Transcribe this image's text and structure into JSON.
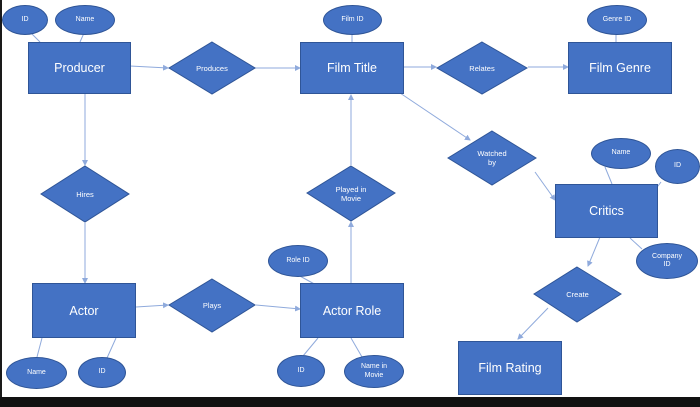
{
  "colors": {
    "fill": "#4472c4",
    "stroke": "#2f5597",
    "line": "#8faadc",
    "text": "#ffffff"
  },
  "entities": {
    "producer": "Producer",
    "film_title": "Film Title",
    "film_genre": "Film Genre",
    "critics": "Critics",
    "actor": "Actor",
    "actor_role": "Actor Role",
    "film_rating": "Film Rating"
  },
  "relationships": {
    "produces": "Produces",
    "relates": "Relates",
    "hires": "Hires",
    "watched_by": "Watched by",
    "played_in_movie": "Played in Movie",
    "plays": "Plays",
    "create": "Create"
  },
  "attributes": {
    "producer_id": "ID",
    "producer_name": "Name",
    "film_id": "Film ID",
    "genre_id": "Genre ID",
    "critics_name": "Name",
    "critics_id": "ID",
    "company_id": "Company ID",
    "role_id": "Role ID",
    "actor_name": "Name",
    "actor_id": "ID",
    "role_attr_id": "ID",
    "name_in_movie": "Name in Movie"
  }
}
